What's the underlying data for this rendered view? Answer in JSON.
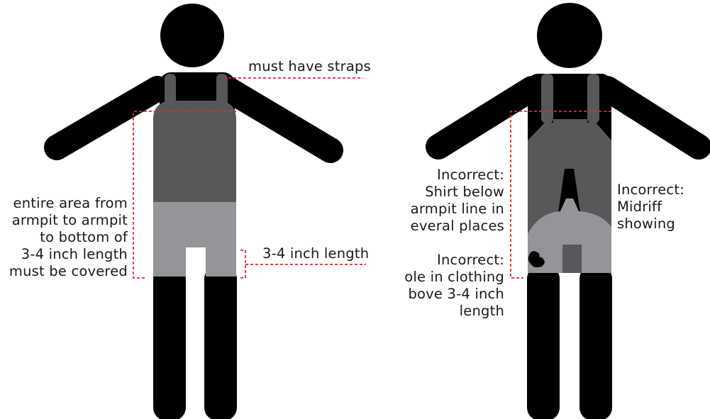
{
  "colors": {
    "body": "#000000",
    "shirt": "#58585a",
    "shorts": "#939598",
    "guide": "#e8262b"
  },
  "left_figure": {
    "straps_label": "must have straps",
    "coverage_label": [
      "entire area from",
      "armpit to armpit",
      "to bottom of",
      "3-4 inch length",
      "must be covered"
    ],
    "length_label": "3-4 inch length"
  },
  "right_figure": {
    "shirt_label": [
      "Incorrect:",
      "Shirt below",
      "armpit line in",
      "everal places"
    ],
    "hole_label": [
      "Incorrect:",
      "ole in clothing",
      "bove 3-4 inch",
      "length"
    ],
    "midriff_label": [
      "Incorrect:",
      "Midriff",
      "showing"
    ]
  }
}
